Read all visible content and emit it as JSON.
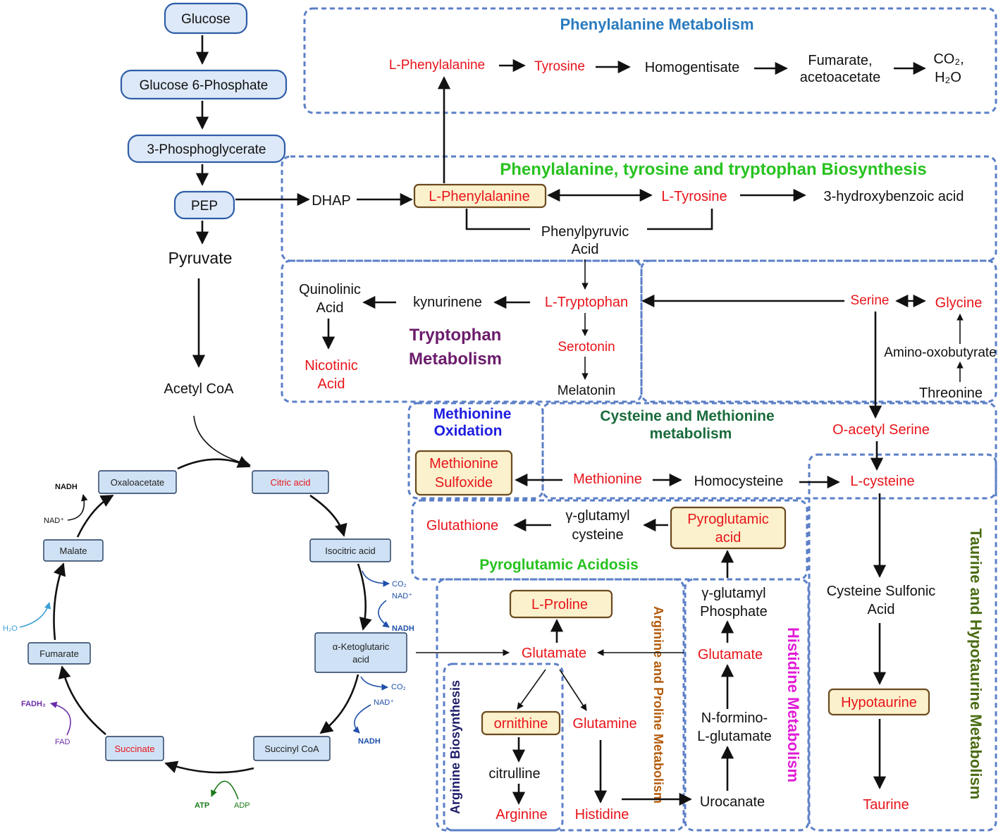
{
  "colors": {
    "region_border": "#5b7fc7",
    "metabolite_red": "#e8141a",
    "metabolite_black": "#111111",
    "pill_fill": "#dde9f8",
    "highlight_fill": "#fbf1cc",
    "title_phe": "#2a7bbf",
    "title_green": "#27c21f",
    "title_purple": "#6b1c6b",
    "title_blue": "#1d1de0",
    "title_darkgreen": "#1a6b3c",
    "title_orange": "#b35a0a",
    "title_magenta": "#e11ad6",
    "title_olive": "#4a6b12",
    "title_navy": "#1d1d6b",
    "cofactor_blue": "#1f4fa8",
    "cofactor_lightblue": "#3c9fd6",
    "cofactor_purple": "#6a2ca8",
    "cofactor_green": "#1a7a1a"
  },
  "glycolysis": {
    "glucose": "Glucose",
    "g6p": "Glucose 6-Phosphate",
    "pg3": "3-Phosphoglycerate",
    "pep": "PEP",
    "pyruvate": "Pyruvate",
    "acetyl_coa": "Acetyl CoA"
  },
  "tca": {
    "oxaloacetate": "Oxaloacetate",
    "citric": "Citric acid",
    "isocitric": "Isocitric acid",
    "akg_line1": "α-Ketoglutaric",
    "akg_line2": "acid",
    "succinyl": "Succinyl CoA",
    "succinate": "Succinate",
    "fumarate": "Fumarate",
    "malate": "Malate",
    "nadh_top": "NADH",
    "nad_top": "NAD⁺",
    "co2_1": "CO₂",
    "nad_1": "NAD⁺",
    "nadh_1": "NADH",
    "co2_2": "CO₂",
    "nad_2": "NAD⁺",
    "nadh_2": "NADH",
    "atp": "ATP",
    "adp": "ADP",
    "fadh2": "FADH₂",
    "fad": "FAD",
    "h2o": "H₂O"
  },
  "regions": {
    "phe_metabolism": "Phenylalanine Metabolism",
    "phe_tyr_trp": "Phenylalanine, tyrosine and tryptophan Biosynthesis",
    "trp_line1": "Tryptophan",
    "trp_line2": "Metabolism",
    "met_ox_line1": "Methionine",
    "met_ox_line2": "Oxidation",
    "cys_met_line1": "Cysteine and Methionine",
    "cys_met_line2": "metabolism",
    "pyroglu_acidosis": "Pyroglutamic Acidosis",
    "arg_pro": "Arginine and Proline Metabolism",
    "arg_bio": "Arginine Biosynthesis",
    "his": "Histidine Metabolism",
    "taurine": "Taurine and Hypotaurine Metabolism"
  },
  "phe_metabolism": {
    "phe": "L-Phenylalanine",
    "tyr": "Tyrosine",
    "homogentisate": "Homogentisate",
    "fumarate_line1": "Fumarate,",
    "fumarate_line2": "acetoacetate",
    "co2": "CO₂,",
    "h2o": "H₂O"
  },
  "biosynthesis": {
    "dhap": "DHAP",
    "phe": "L-Phenylalanine",
    "tyr": "L-Tyrosine",
    "hba": "3-hydroxybenzoic acid",
    "ppa_line1": "Phenylpyruvic",
    "ppa_line2": "Acid"
  },
  "tryptophan": {
    "quin_line1": "Quinolinic",
    "quin_line2": "Acid",
    "kyn": "kynurinene",
    "trp": "L-Tryptophan",
    "serotonin": "Serotonin",
    "melatonin": "Melatonin",
    "nic_line1": "Nicotinic",
    "nic_line2": "Acid"
  },
  "serine": {
    "serine": "Serine",
    "glycine": "Glycine",
    "amino": "Amino-oxobutyrate",
    "threonine": "Threonine",
    "oacetyl": "O-acetyl Serine"
  },
  "cysteine": {
    "met_sulf_line1": "Methionine",
    "met_sulf_line2": "Sulfoxide",
    "methionine": "Methionine",
    "homocysteine": "Homocysteine",
    "lcys": "L-cysteine"
  },
  "pyroglutamic": {
    "glutathione": "Glutathione",
    "gglu_line1": "γ-glutamyl",
    "gglu_line2": "cysteine",
    "pyro_line1": "Pyroglutamic",
    "pyro_line2": "acid"
  },
  "arginine": {
    "proline": "L-Proline",
    "glutamate": "Glutamate",
    "ornithine": "ornithine",
    "glutamine": "Glutamine",
    "citrulline": "citrulline",
    "arginine": "Arginine",
    "histidine": "Histidine"
  },
  "histidine": {
    "ggp_line1": "γ-glutamyl",
    "ggp_line2": "Phosphate",
    "glutamate": "Glutamate",
    "nform_line1": "N-formino-",
    "nform_line2": "L-glutamate",
    "urocanate": "Urocanate"
  },
  "taurine": {
    "csa_line1": "Cysteine Sulfonic",
    "csa_line2": "Acid",
    "hypotaurine": "Hypotaurine",
    "taurine": "Taurine"
  }
}
